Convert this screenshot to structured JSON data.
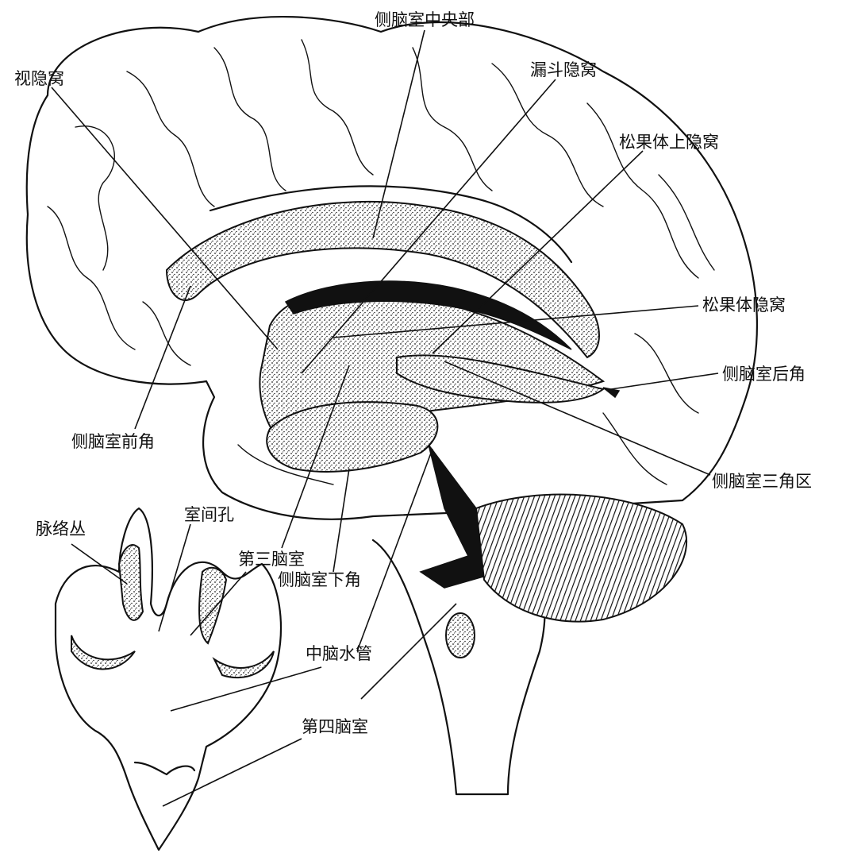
{
  "labels": {
    "lateral_central": "侧脑室中央部",
    "infundibular_recess": "漏斗隐窝",
    "optic_recess": "视隐窝",
    "suprapineal_recess": "松果体上隐窝",
    "pineal_recess": "松果体隐窝",
    "posterior_horn": "侧脑室后角",
    "anterior_horn": "侧脑室前角",
    "trigone": "侧脑室三角区",
    "interventricular_foramen": "室间孔",
    "choroid_plexus": "脉络丛",
    "third_ventricle": "第三脑室",
    "inferior_horn": "侧脑室下角",
    "aqueduct": "中脑水管",
    "fourth_ventricle": "第四脑室"
  }
}
